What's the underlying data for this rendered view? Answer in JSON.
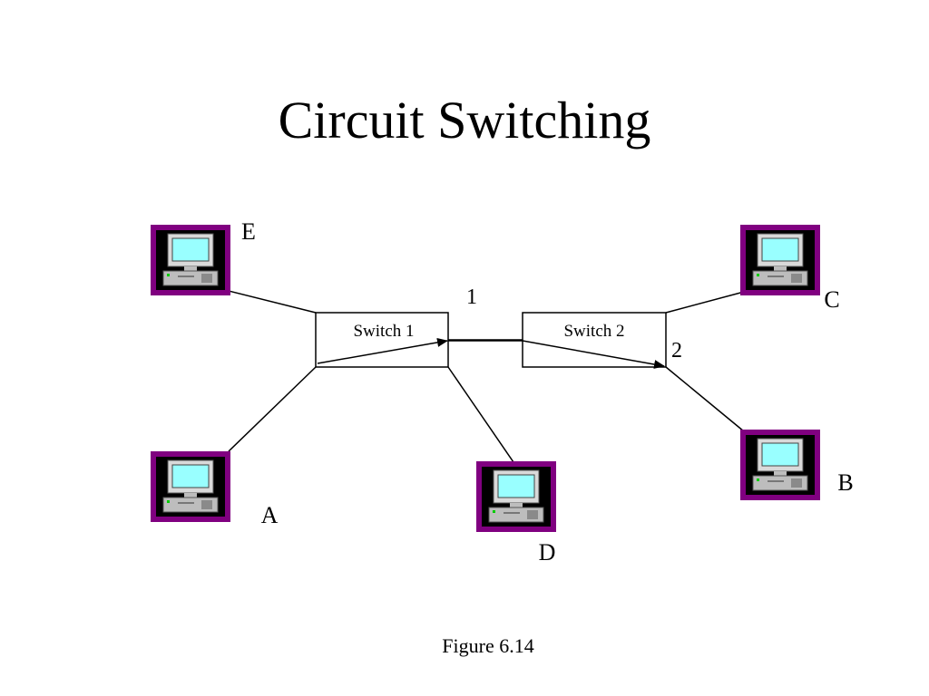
{
  "title": "Circuit Switching",
  "caption": "Figure 6.14",
  "switches": [
    {
      "id": "sw1",
      "label": "Switch 1"
    },
    {
      "id": "sw2",
      "label": "Switch 2"
    }
  ],
  "ports": [
    {
      "id": "port1",
      "label": "1"
    },
    {
      "id": "port2",
      "label": "2"
    }
  ],
  "stations": [
    {
      "id": "E",
      "label": "E",
      "icon": "computer-icon"
    },
    {
      "id": "A",
      "label": "A",
      "icon": "computer-icon"
    },
    {
      "id": "D",
      "label": "D",
      "icon": "computer-icon"
    },
    {
      "id": "C",
      "label": "C",
      "icon": "computer-icon"
    },
    {
      "id": "B",
      "label": "B",
      "icon": "computer-icon"
    }
  ],
  "colors": {
    "icon_frame": "#800080",
    "screen": "#99ffff"
  }
}
